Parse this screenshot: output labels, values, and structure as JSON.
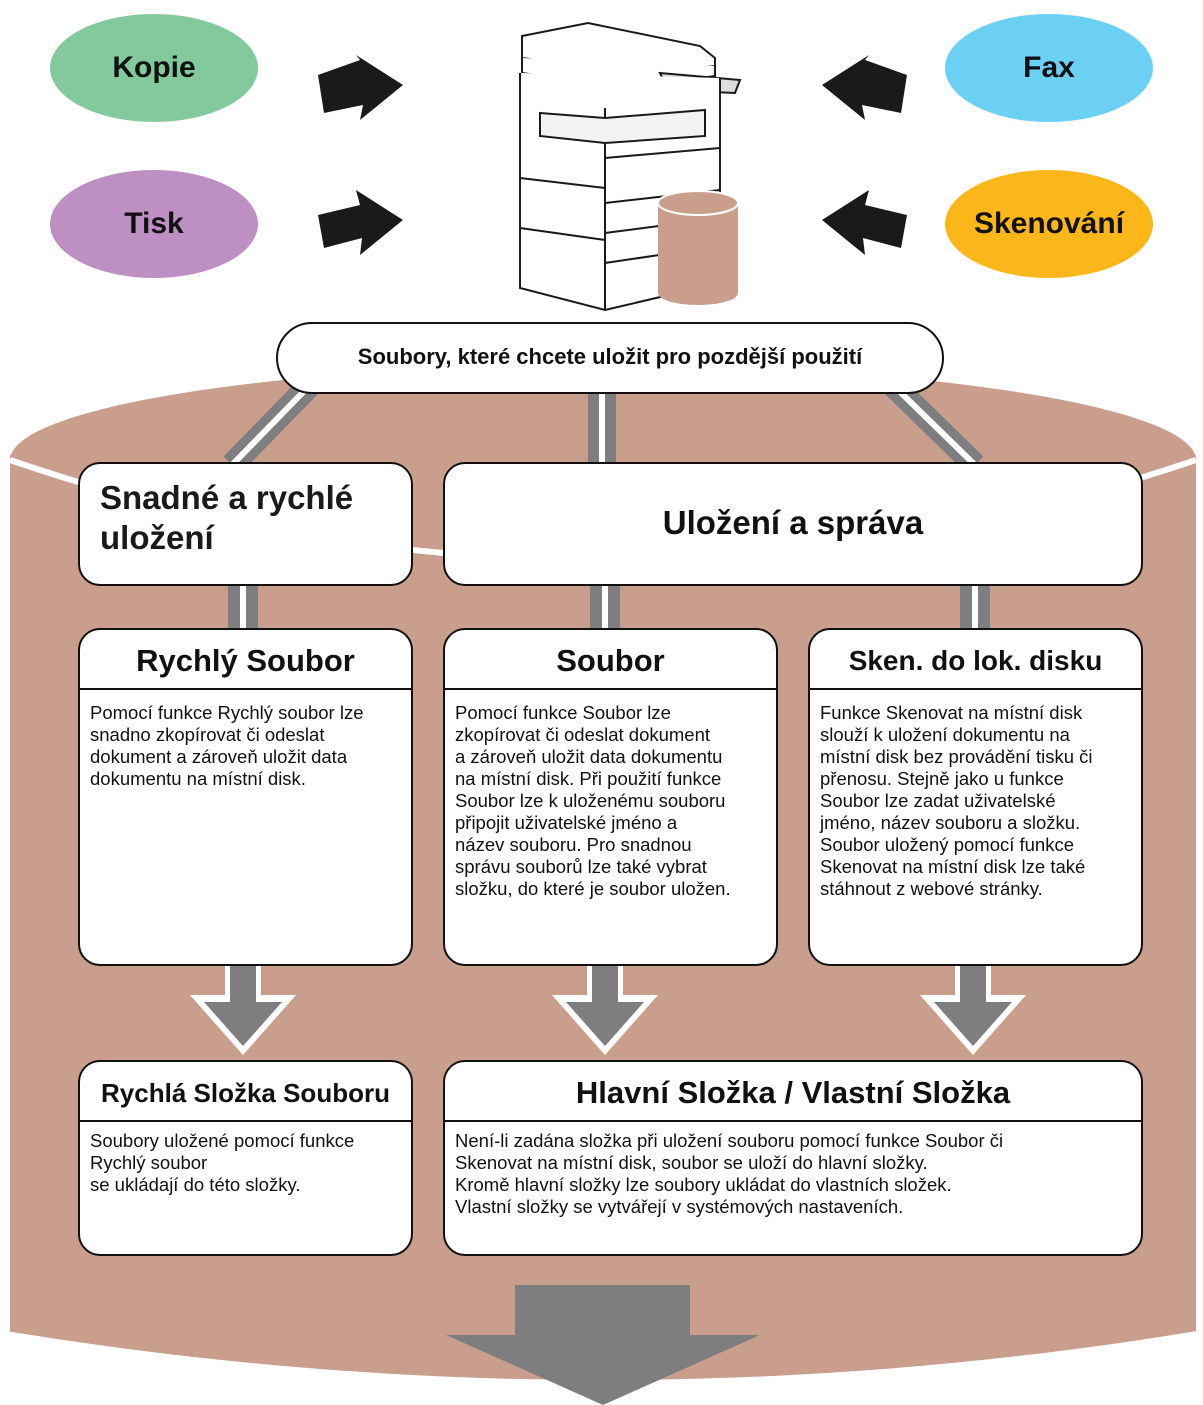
{
  "colors": {
    "kopie": "#82c99c",
    "fax": "#6cd0f5",
    "tisk": "#be8fc2",
    "skenovani": "#fbb71a",
    "cylinder": "#ca9e8d",
    "connector": "#7e7e80"
  },
  "sources": {
    "kopie": "Kopie",
    "fax": "Fax",
    "tisk": "Tisk",
    "skenovani": "Skenování"
  },
  "icons": {
    "machine": "multifunction-printer-icon",
    "storage": "disk-storage-icon"
  },
  "top_label": "Soubory, které chcete uložit pro pozdější použití",
  "categories": {
    "quick": "Snadné a rychlé\nuložení",
    "manage": "Uložení a správa"
  },
  "modes": {
    "quick_file": {
      "title": "Rychlý Soubor",
      "text": "Pomocí funkce Rychlý soubor lze\nsnadno zkopírovat či odeslat\ndokument a zároveň uložit data\ndokumentu na místní disk."
    },
    "file": {
      "title": "Soubor",
      "text": "Pomocí funkce Soubor lze\nzkopírovat či odeslat dokument\na zároveň uložit data dokumentu\nna místní disk. Při použití funkce\nSoubor lze k uloženému souboru\npřipojit uživatelské jméno a\nnázev souboru. Pro snadnou\nsprávu souborů lze také vybrat\nsložku, do které je soubor uložen."
    },
    "scan_to_disk": {
      "title": "Sken. do lok. disku",
      "text": "Funkce Skenovat na místní disk\nslouží k uložení dokumentu na\nmístní disk bez provádění tisku či\npřenosu. Stejně jako u funkce\nSoubor lze zadat uživatelské\njméno, název souboru a složku.\nSoubor uložený pomocí funkce\nSkenovat na místní disk lze také\nstáhnout z webové stránky."
    }
  },
  "folders": {
    "quick_folder": {
      "title": "Rychlá Složka Souboru",
      "text": "Soubory uložené pomocí funkce\nRychlý soubor\nse ukládají do této složky."
    },
    "main_folder": {
      "title": "Hlavní Složka / Vlastní Složka",
      "text": "Není-li zadána složka při uložení souboru pomocí funkce Soubor či\nSkenovat na místní disk, soubor se uloží do hlavní složky.\nKromě hlavní složky lze soubory ukládat do vlastních složek.\nVlastní složky se vytvářejí v systémových nastaveních."
    }
  }
}
